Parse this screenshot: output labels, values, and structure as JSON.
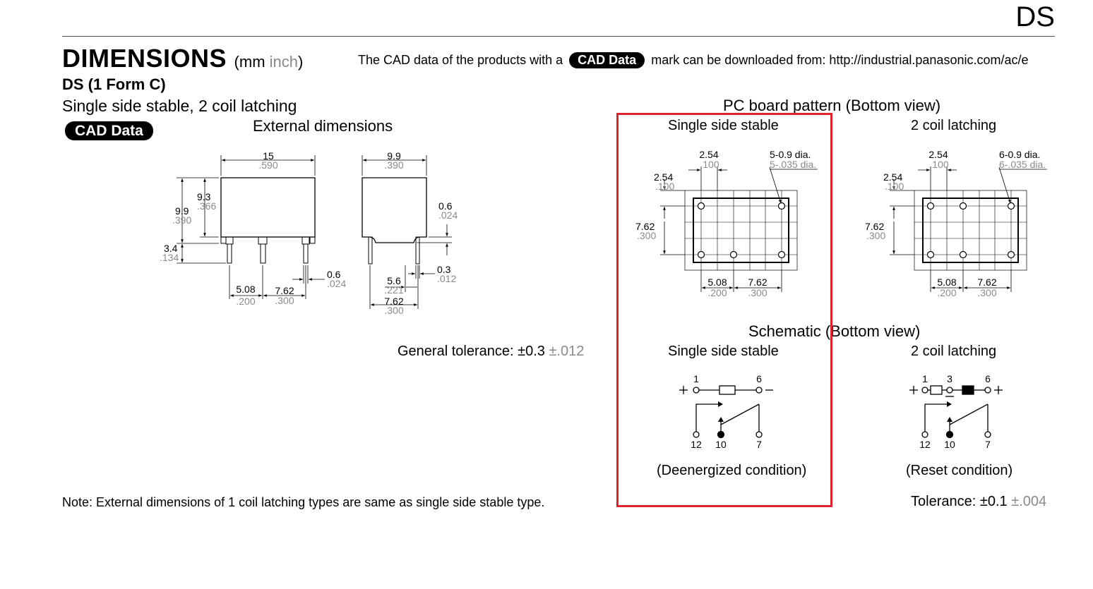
{
  "header": {
    "series": "DS"
  },
  "title": {
    "main": "DIMENSIONS",
    "unit_mm": "(mm ",
    "unit_inch": "inch",
    "unit_close": ")"
  },
  "cad_notice": {
    "before": "The CAD data of the products with a",
    "badge": "CAD Data",
    "after": "mark can be downloaded from: http://industrial.panasonic.com/ac/e"
  },
  "model": "DS (1 Form C)",
  "subtitle": "Single side stable, 2 coil latching",
  "cad_badge": "CAD Data",
  "external": {
    "heading": "External dimensions",
    "front": {
      "width_mm": "15",
      "width_in": ".590",
      "height_mm": "9.9",
      "height_in": ".390",
      "body_mm": "9.3",
      "body_in": ".366",
      "pin_len_mm": "3.4",
      "pin_len_in": ".134",
      "pin_w_mm": "0.6",
      "pin_w_in": ".024",
      "pitch1_mm": "5.08",
      "pitch1_in": ".200",
      "pitch2_mm": "7.62",
      "pitch2_in": ".300"
    },
    "side": {
      "width_mm": "9.9",
      "width_in": ".390",
      "standoff_mm": "0.6",
      "standoff_in": ".024",
      "pin_t_mm": "0.3",
      "pin_t_in": ".012",
      "pitch_a_mm": "5.6",
      "pitch_a_in": ".221",
      "pitch_b_mm": "7.62",
      "pitch_b_in": ".300"
    },
    "tolerance_label": "General tolerance: ",
    "tolerance_mm": "±0.3 ",
    "tolerance_in": "±.012"
  },
  "pcb": {
    "heading": "PC board pattern (Bottom view)",
    "single": {
      "caption": "Single side stable",
      "pitch_mm": "2.54",
      "pitch_in": ".100",
      "holes_mm": "5-0.9 dia.",
      "holes_in": "5-.035 dia.",
      "row_mm": "7.62",
      "row_in": ".300",
      "p1_mm": "5.08",
      "p1_in": ".200",
      "p2_mm": "7.62",
      "p2_in": ".300"
    },
    "latching": {
      "caption": "2 coil latching",
      "pitch_mm": "2.54",
      "pitch_in": ".100",
      "holes_mm": "6-0.9 dia.",
      "holes_in": "6-.035 dia.",
      "row_mm": "7.62",
      "row_in": ".300",
      "p1_mm": "5.08",
      "p1_in": ".200",
      "p2_mm": "7.62",
      "p2_in": ".300"
    },
    "tolerance_label": "Tolerance: ",
    "tolerance_mm": "±0.1 ",
    "tolerance_in": "±.004"
  },
  "schematic": {
    "heading": "Schematic (Bottom view)",
    "single": {
      "caption": "Single side stable",
      "pins": [
        "1",
        "6",
        "12",
        "10",
        "7"
      ],
      "plus": "+",
      "minus": "−",
      "condition": "(Deenergized condition)"
    },
    "latching": {
      "caption": "2 coil latching",
      "pins": [
        "1",
        "3",
        "6",
        "12",
        "10",
        "7"
      ],
      "plus": "+",
      "minus": "−",
      "condition": "(Reset condition)"
    }
  },
  "note": "Note: External dimensions of 1 coil latching types are same as single side stable type."
}
